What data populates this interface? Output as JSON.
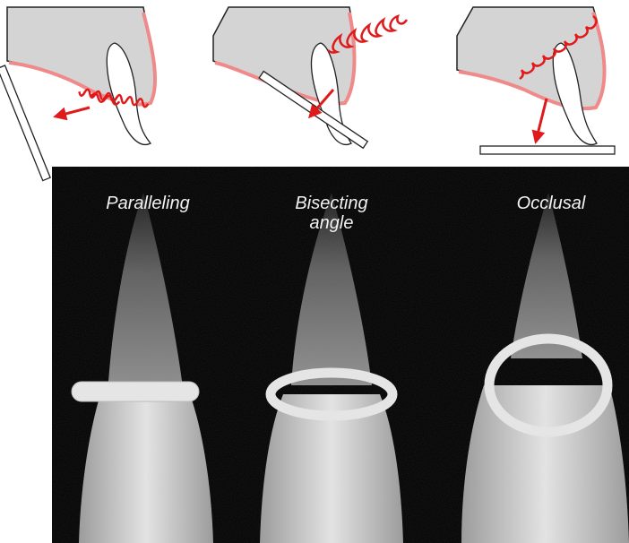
{
  "panels": [
    {
      "id": "paralleling",
      "label": "Paralleling"
    },
    {
      "id": "bisecting",
      "label": "Bisecting\nangle"
    },
    {
      "id": "occlusal",
      "label": "Occlusal"
    }
  ],
  "colors": {
    "beam": "#e01a1a",
    "soft_tissue_outline": "#f08a8a",
    "bone_fill": "#d4d4d4",
    "radiograph_background": "#000000",
    "label_text": "#f2f2f2"
  }
}
